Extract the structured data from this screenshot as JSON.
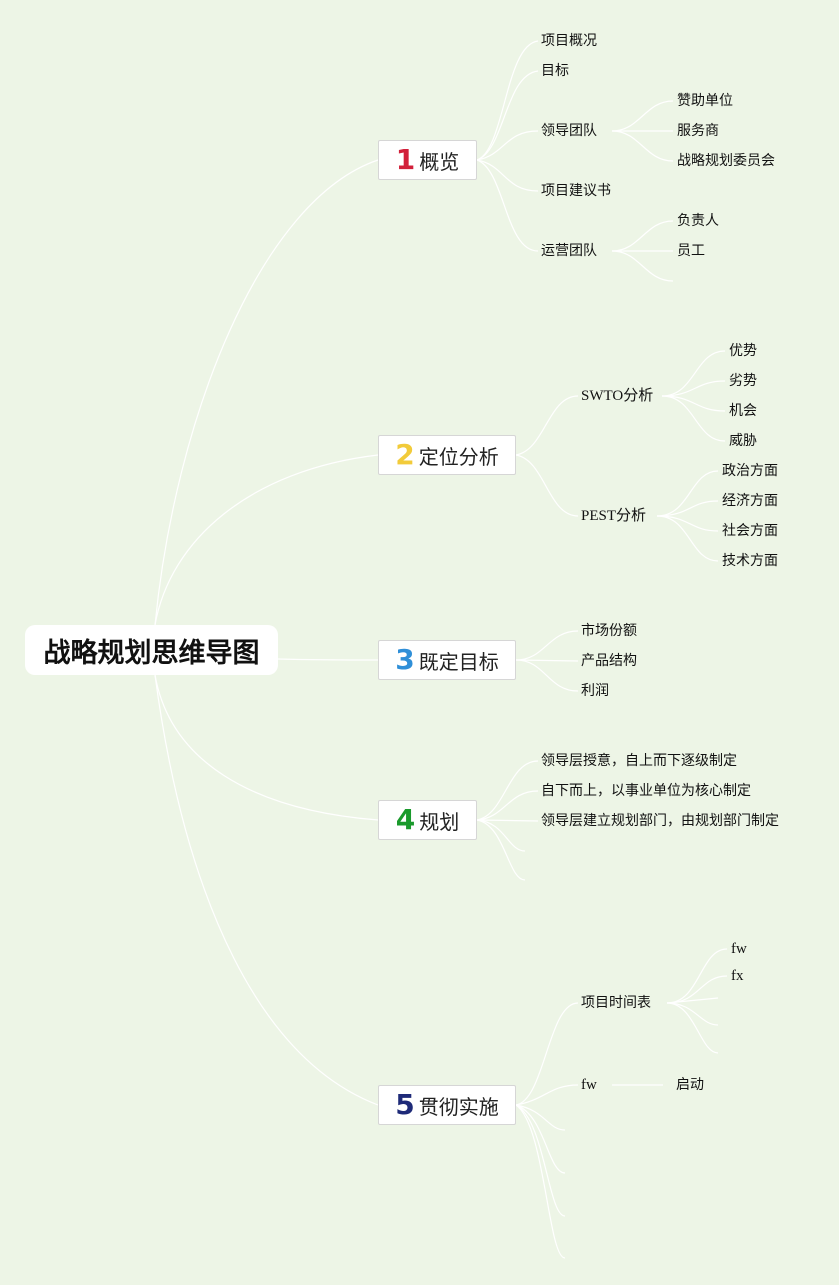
{
  "root": {
    "title": "战略规划思维导图"
  },
  "colors": {
    "background": "#edf5e6",
    "links": "#ffffff",
    "num1": "#d2203a",
    "num2": "#f2cb3a",
    "num3": "#2f8fd8",
    "num4": "#1a9a2c",
    "num5": "#1e2a78"
  },
  "branches": {
    "overview": {
      "num": "1",
      "label": "概览",
      "items": {
        "summary": "项目概况",
        "goal": "目标",
        "lead_team": "领导团队",
        "sponsor": "赞助单位",
        "provider": "服务商",
        "committee": "战略规划委员会",
        "proposal": "项目建议书",
        "ops_team": "运营团队",
        "owner": "负责人",
        "staff": "员工"
      }
    },
    "positioning": {
      "num": "2",
      "label": "定位分析",
      "items": {
        "swot": "SWTO分析",
        "strength": "优势",
        "weakness": "劣势",
        "opportunity": "机会",
        "threat": "威胁",
        "pest": "PEST分析",
        "political": "政治方面",
        "economic": "经济方面",
        "social": "社会方面",
        "tech": "技术方面"
      }
    },
    "targets": {
      "num": "3",
      "label": "既定目标",
      "items": {
        "share": "市场份额",
        "structure": "产品结构",
        "profit": "利润"
      }
    },
    "planning": {
      "num": "4",
      "label": "规划",
      "items": {
        "top_down": "领导层授意，自上而下逐级制定",
        "bottom_up": "自下而上，以事业单位为核心制定",
        "dept": "领导层建立规划部门，由规划部门制定"
      }
    },
    "execution": {
      "num": "5",
      "label": "贯彻实施",
      "items": {
        "timeline": "项目时间表",
        "fw_a": "fw",
        "fx": "fx",
        "fw_b": "fw",
        "start": "启动"
      }
    }
  }
}
